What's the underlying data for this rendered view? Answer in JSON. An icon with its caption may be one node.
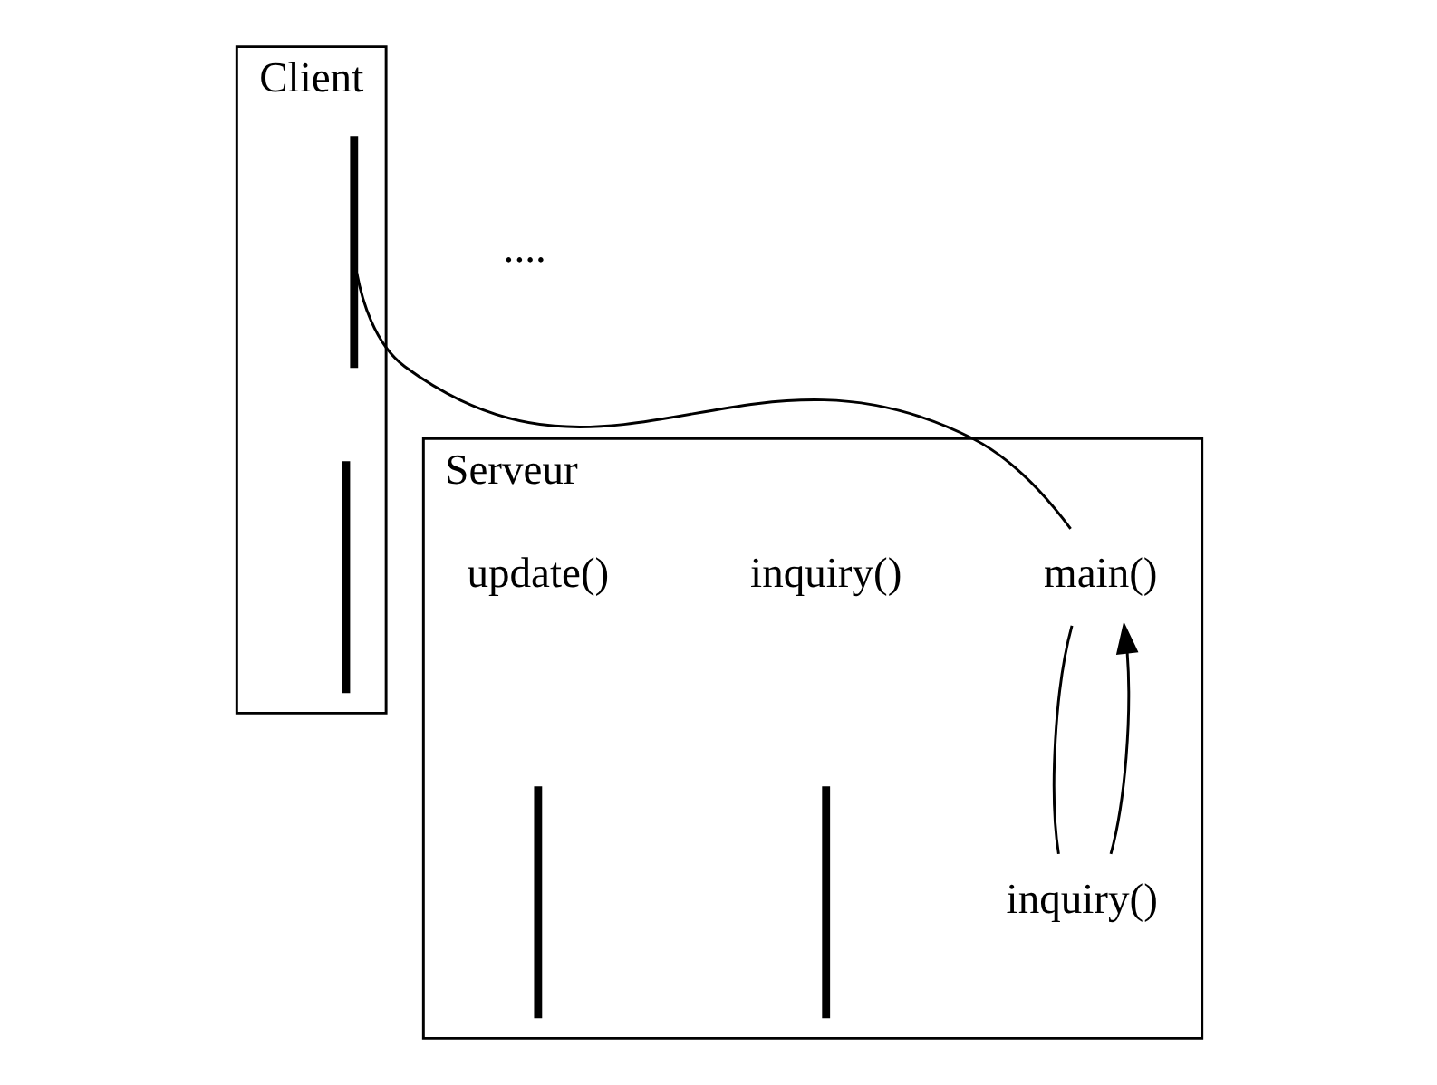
{
  "diagram": {
    "nodes": [
      {
        "text": [
          "Client"
        ]
      },
      {
        "text": [
          "Serveur"
        ]
      },
      {
        "text": [],
        "shape": "bar",
        "in": 0
      },
      {
        "text": [],
        "shape": "bar",
        "in": 0
      },
      {
        "text": [
          "main()"
        ],
        "in": 1
      },
      {
        "text": [
          "inquiry()"
        ],
        "in": 1
      },
      {
        "text": [
          "inquiry()"
        ],
        "in": 1
      },
      {
        "text": [
          "update()"
        ],
        "in": 1
      },
      {
        "text": [],
        "shape": "bar",
        "in": 1
      },
      {
        "text": [],
        "shape": "bar",
        "in": 1
      }
    ],
    "edges": [
      {
        "from": 2,
        "to": 4,
        "arrow": "none"
      },
      {
        "from": 4,
        "to": 5,
        "arrow": "none"
      },
      {
        "from": 5,
        "to": 4,
        "arrow": "to"
      }
    ],
    "labels": [
      "...."
    ]
  }
}
